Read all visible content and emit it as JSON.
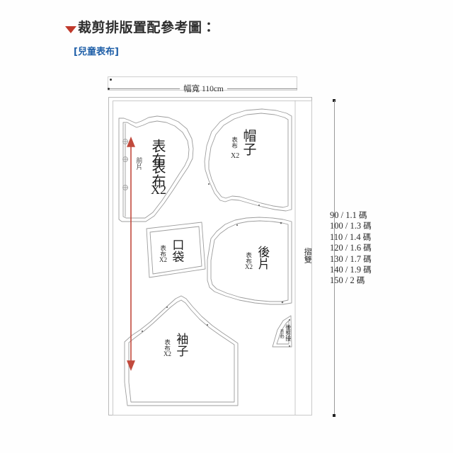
{
  "header": {
    "marker_icon": "triangle-down-icon",
    "title": "裁剪排版置配參考圖：",
    "subtitle": "[兒童表布]"
  },
  "dimensions": {
    "width_label": "幅寬 110cm",
    "fold_label": "摺雙"
  },
  "pieces": [
    {
      "id": "front",
      "fabric": "表布\nX2",
      "fabric_line1": "表布",
      "fabric_line2": "X2",
      "name": "表布",
      "name_full": "表布 X2",
      "grain_note": "前片"
    },
    {
      "id": "hat",
      "fabric_line1": "表布",
      "fabric_line2": "X2",
      "name": "帽子"
    },
    {
      "id": "pocket",
      "fabric_line1": "表布",
      "fabric_line2": "X2",
      "name": "口袋"
    },
    {
      "id": "back",
      "fabric_line1": "表布",
      "fabric_line2": "X2",
      "name": "後片"
    },
    {
      "id": "sleeve",
      "fabric_line1": "表布",
      "fabric_line2": "X2",
      "name": "袖子"
    },
    {
      "id": "back-yoke",
      "fabric_line1": "表布",
      "fabric_line2": "X2",
      "name": "後剪接"
    }
  ],
  "labels": {
    "front_fabric_a": "表布",
    "front_fabric_b": "X2",
    "front_name": "表布",
    "front_name2": "X2",
    "front_grain": "前片",
    "hat_fabric_a": "表布",
    "hat_fabric_b": "X2",
    "hat_name": "帽子",
    "pocket_fabric_a": "表布",
    "pocket_fabric_b": "X2",
    "pocket_name": "口袋",
    "back_fabric_a": "表布",
    "back_fabric_b": "X2",
    "back_name": "後片",
    "sleeve_fabric_a": "表布",
    "sleeve_fabric_b": "X2",
    "sleeve_name": "袖子",
    "yoke_fabric_a": "表布",
    "yoke_fabric_b": "X2",
    "yoke_name": "後剪接"
  },
  "size_chart": {
    "rows": [
      {
        "size": "90 / 1.1",
        "unit": "碼"
      },
      {
        "size": "100 / 1.3",
        "unit": "碼"
      },
      {
        "size": "110 / 1.4",
        "unit": "碼"
      },
      {
        "size": "120 / 1.6",
        "unit": "碼"
      },
      {
        "size": "130 / 1.7",
        "unit": "碼"
      },
      {
        "size": "140 / 1.9",
        "unit": "碼"
      },
      {
        "size": "150 / 2",
        "unit": "碼"
      }
    ]
  },
  "colors": {
    "accent_red": "#c0392b",
    "link_blue": "#1f5fa8",
    "line_gray": "#9a9a9a",
    "arrow_red": "#c14a3d"
  }
}
